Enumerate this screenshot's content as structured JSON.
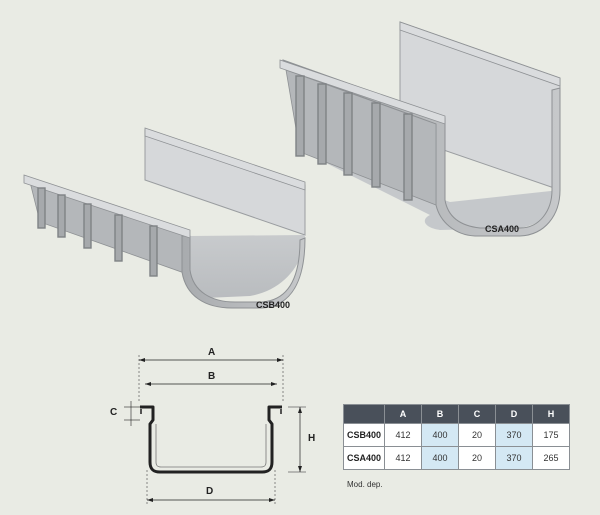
{
  "products": [
    {
      "name": "CSB400"
    },
    {
      "name": "CSA400"
    }
  ],
  "dimension_labels": {
    "a": "A",
    "b": "B",
    "c": "C",
    "d": "D",
    "h": "H"
  },
  "table": {
    "columns": [
      "A",
      "B",
      "C",
      "D",
      "H"
    ],
    "rows": [
      {
        "model": "CSB400",
        "values": [
          "412",
          "400",
          "20",
          "370",
          "175"
        ]
      },
      {
        "model": "CSA400",
        "values": [
          "412",
          "400",
          "20",
          "370",
          "265"
        ]
      }
    ]
  },
  "note": "Mod. dep.",
  "colors": {
    "background": "#e9ebe4",
    "header": "#49505a",
    "highlight": "#d4e8f4",
    "channel": "#c9cbcd"
  }
}
